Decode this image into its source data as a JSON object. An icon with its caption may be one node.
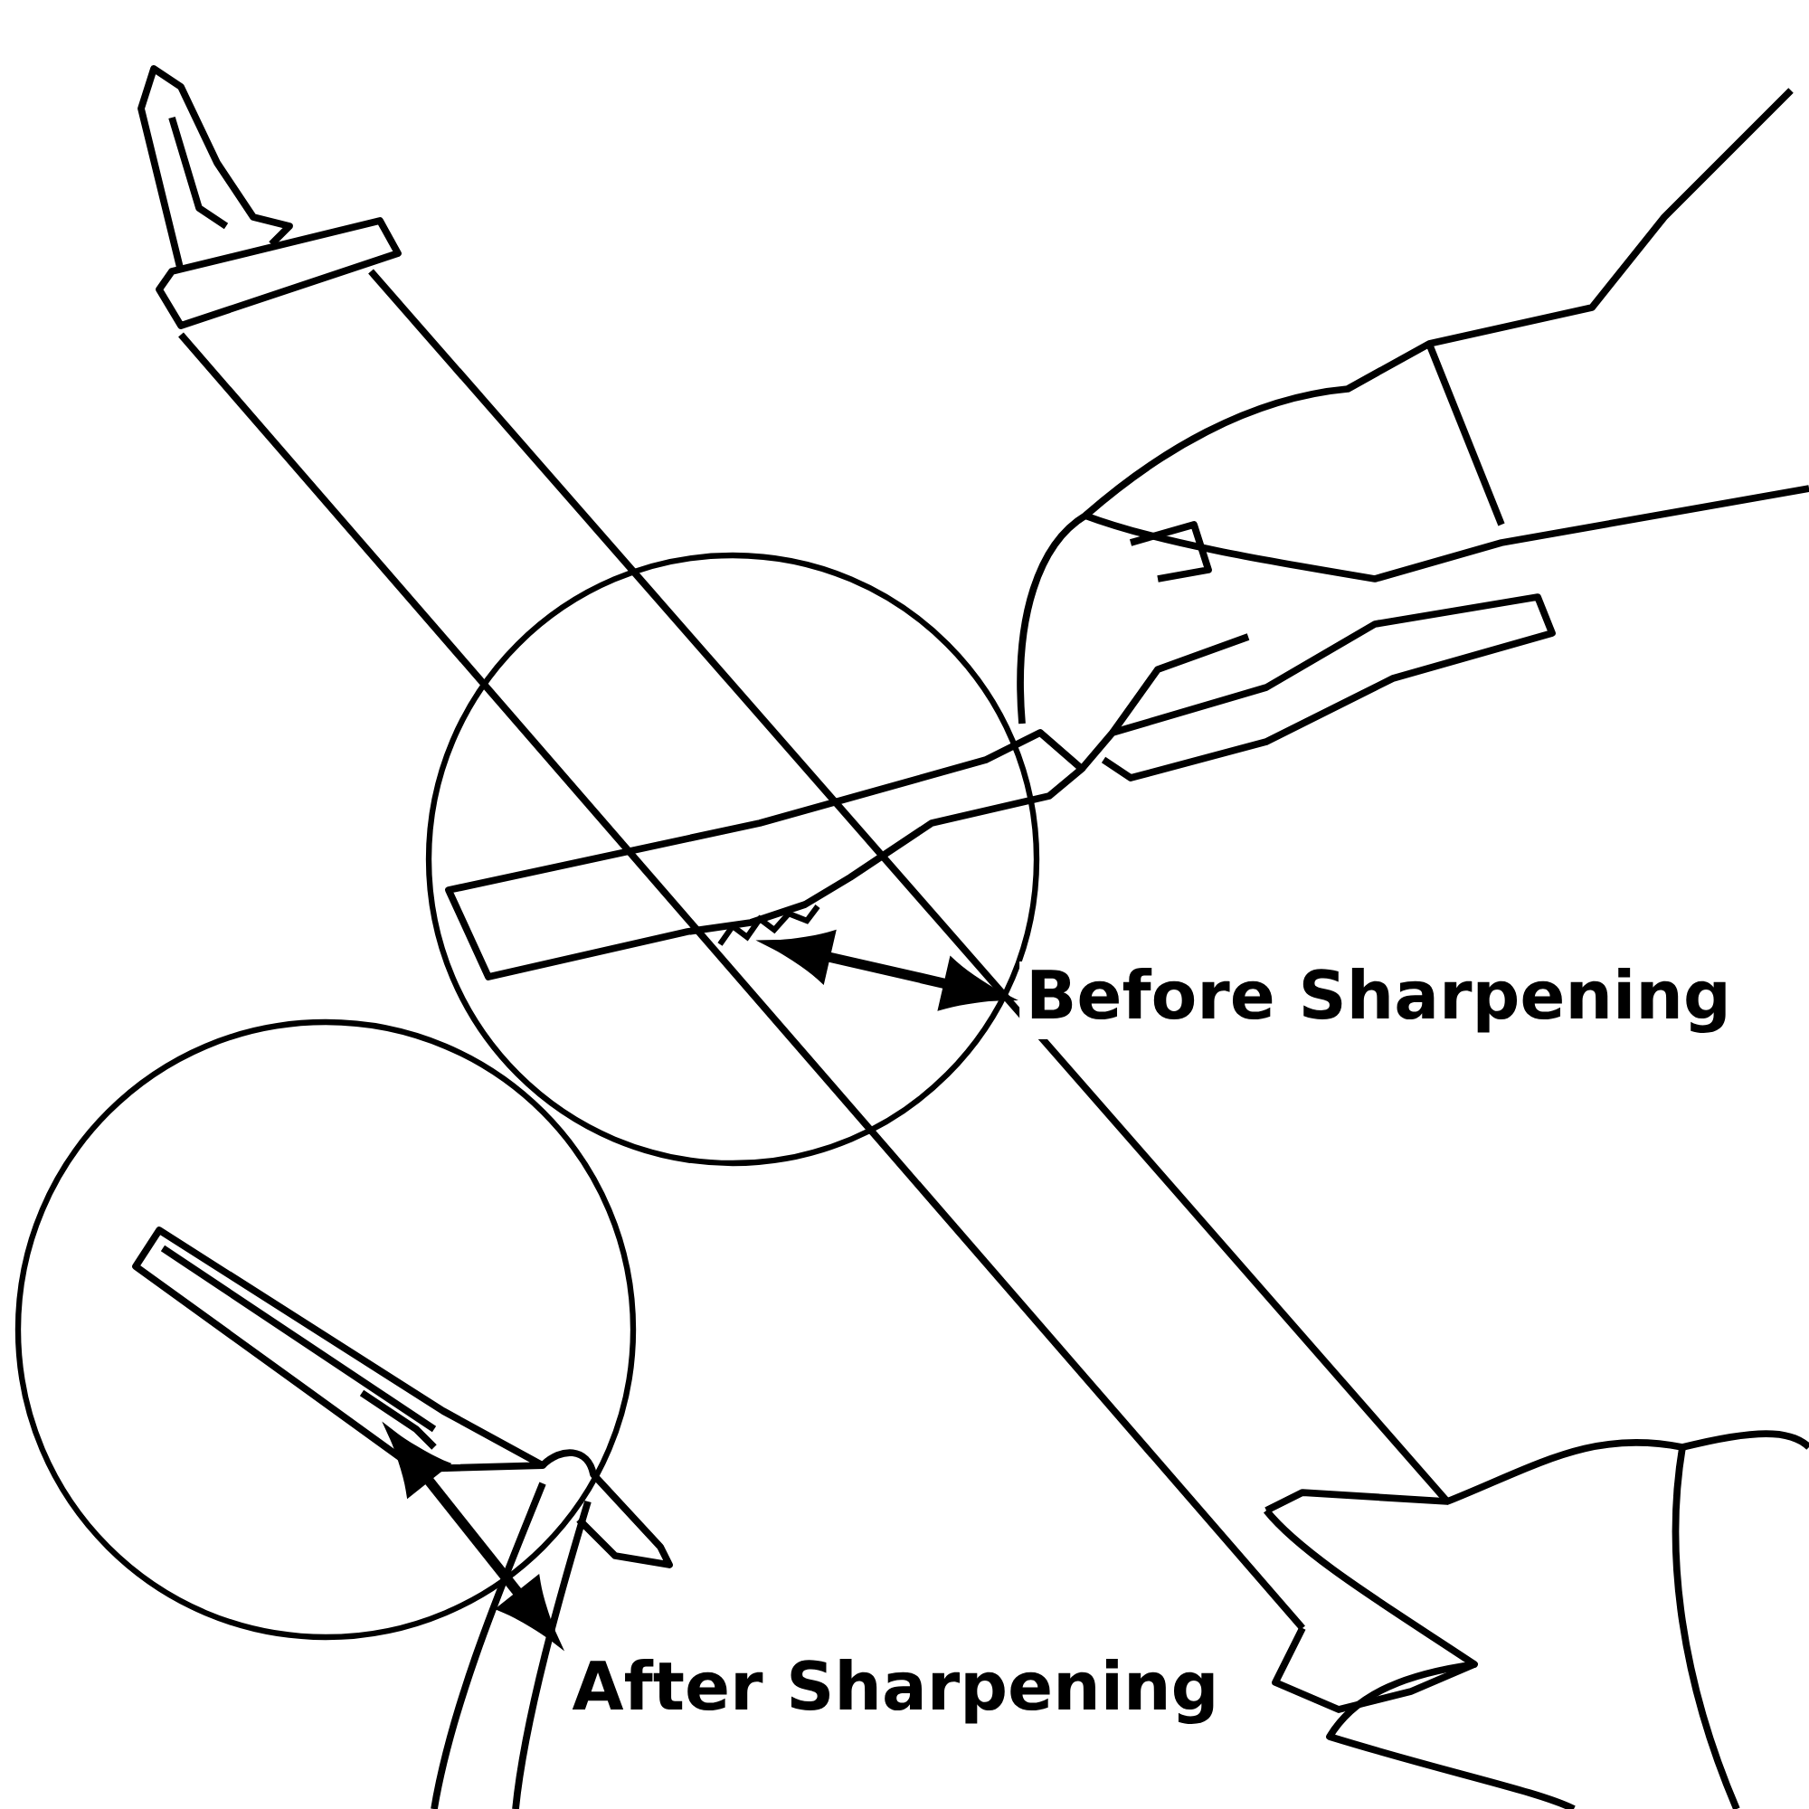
{
  "diagram": {
    "nodes": [
      {
        "text": [
          "Before Sharpening"
        ]
      },
      {
        "text": [],
        "shape": "picture"
      },
      {
        "text": [
          "After Sharpening"
        ]
      },
      {
        "text": [],
        "shape": "picture"
      }
    ],
    "edges": [
      {
        "from": 0,
        "to": 1,
        "arrow": "both"
      },
      {
        "from": 2,
        "to": 3,
        "arrow": "both"
      }
    ]
  }
}
